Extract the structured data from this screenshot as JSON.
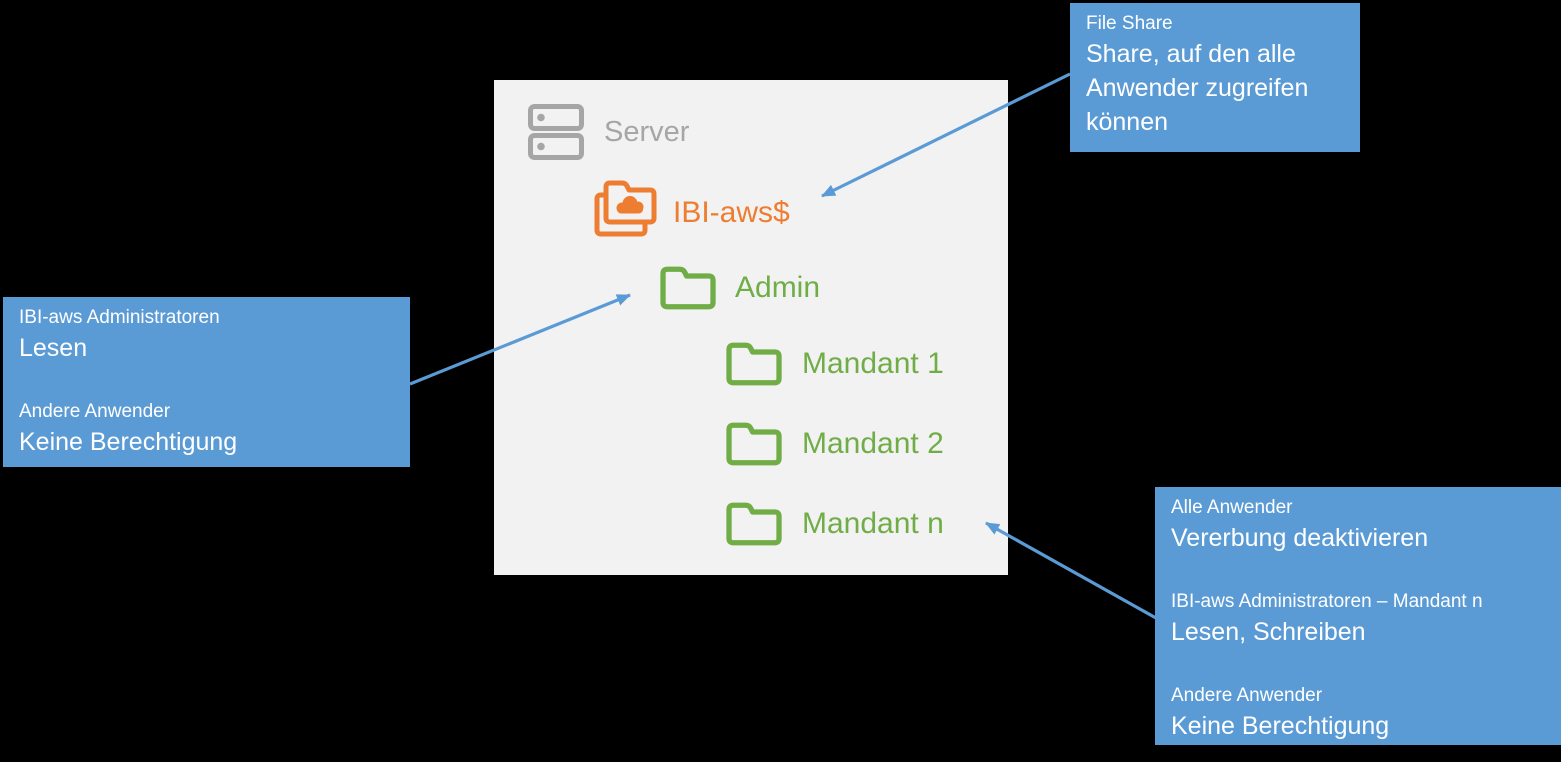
{
  "colors": {
    "background": "#000000",
    "panel_background": "#F2F2F2",
    "callout_blue": "#5B9BD5",
    "arrow_blue": "#5B9BD5",
    "folder_green": "#70AD47",
    "share_orange": "#ED7D31",
    "server_gray": "#A6A6A6",
    "callout_text": "#FFFFFF"
  },
  "tree": {
    "server": {
      "label": "Server"
    },
    "share": {
      "label": "IBI-aws$"
    },
    "folders": [
      {
        "label": "Admin"
      },
      {
        "label": "Mandant 1"
      },
      {
        "label": "Mandant 2"
      },
      {
        "label": "Mandant n"
      }
    ]
  },
  "callouts": {
    "file_share": {
      "points_to": "IBI-aws$",
      "entries": [
        {
          "title": "File Share",
          "detail": "Share, auf den alle Anwender zugreifen können"
        }
      ]
    },
    "admin_permissions": {
      "points_to": "Admin",
      "entries": [
        {
          "title": "IBI-aws Administratoren",
          "detail": "Lesen"
        },
        {
          "title": "Andere Anwender",
          "detail": "Keine Berechtigung"
        }
      ]
    },
    "mandant_permissions": {
      "points_to": "Mandant n",
      "entries": [
        {
          "title": "Alle Anwender",
          "detail": "Vererbung deaktivieren"
        },
        {
          "title": "IBI-aws Administratoren – Mandant n",
          "detail": "Lesen, Schreiben"
        },
        {
          "title": "Andere Anwender",
          "detail": "Keine Berechtigung"
        }
      ]
    }
  }
}
